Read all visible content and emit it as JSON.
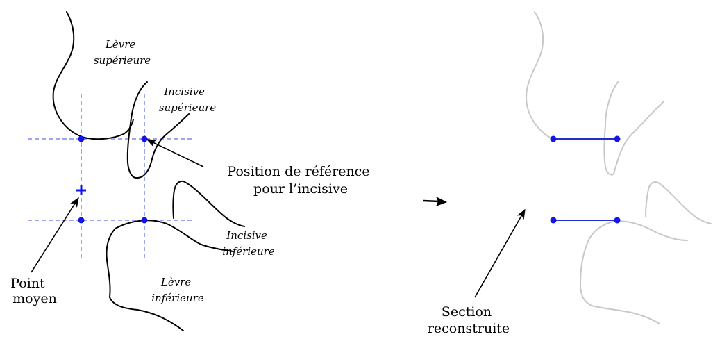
{
  "colors": {
    "guide": "#3a4fe0",
    "point": "#1414e6",
    "contour": "#000000",
    "contour_faded": "#c8c8c8",
    "section": "#1f2fd0"
  },
  "left_panel": {
    "label_upper_lip": [
      "Lèvre",
      "supérieure"
    ],
    "label_upper_incisor": [
      "Incisive",
      "supérieure"
    ],
    "label_lower_incisor": [
      "Incisive",
      "inférieure"
    ],
    "label_lower_lip": [
      "Lèvre",
      "inférieure"
    ],
    "label_reference": [
      "Position de référence",
      "pour l’incisive"
    ],
    "label_mean_point": [
      "Point",
      "moyen"
    ]
  },
  "transition_arrow_icon": "right-arrow-icon",
  "right_panel": {
    "label_section": [
      "Section",
      "reconstruite"
    ]
  }
}
